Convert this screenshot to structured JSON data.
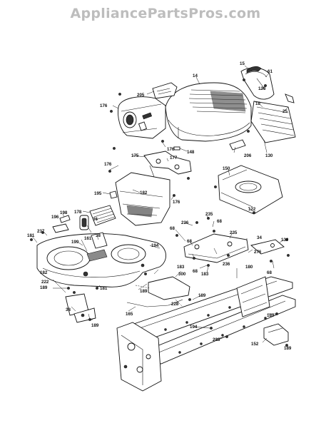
{
  "watermark": "AppliancePartsPros.com",
  "part_labels": [
    "15",
    "61",
    "14",
    "205",
    "130",
    "18",
    "25",
    "176",
    "176",
    "130",
    "148",
    "206",
    "175",
    "177",
    "176",
    "150",
    "195",
    "182",
    "176",
    "122",
    "178",
    "236",
    "235",
    "68",
    "196",
    "198",
    "36",
    "38",
    "237",
    "235",
    "34",
    "139",
    "181",
    "199",
    "161",
    "68",
    "194",
    "68",
    "236",
    "276",
    "183",
    "68",
    "183",
    "180",
    "68",
    "182",
    "300",
    "222",
    "189",
    "189",
    "181",
    "228",
    "189",
    "165",
    "38",
    "189",
    "194",
    "189",
    "228",
    "152",
    "189"
  ]
}
